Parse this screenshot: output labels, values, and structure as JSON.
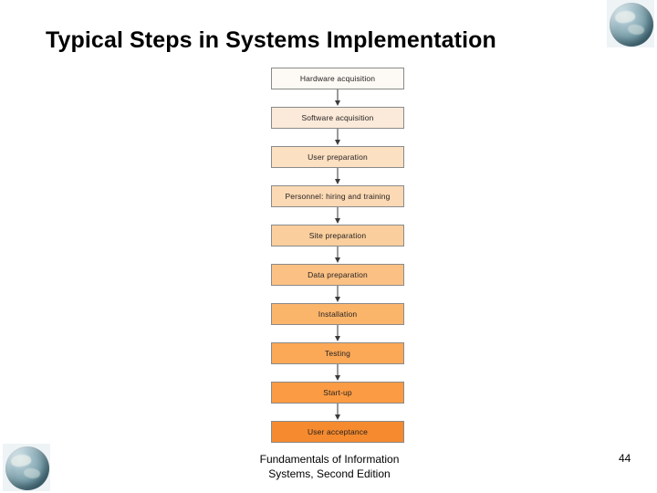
{
  "slide": {
    "title": "Typical Steps in Systems Implementation",
    "background_color": "#ffffff",
    "page_number": "44"
  },
  "decorations": {
    "globe_top_right": "globe-icon",
    "globe_bottom_left": "globe-icon",
    "globe_color": "#7ea3ae"
  },
  "flowchart": {
    "type": "vertical-flow",
    "border_color": "#8a8a8a",
    "connector_color": "#9a9a9a",
    "steps": [
      {
        "label": "Hardware acquisition",
        "fill": "#fdf9f4"
      },
      {
        "label": "Software acquisition",
        "fill": "#fbead9"
      },
      {
        "label": "User preparation",
        "fill": "#fce0c2"
      },
      {
        "label": "Personnel: hiring and training",
        "fill": "#fbd9b4"
      },
      {
        "label": "Site preparation",
        "fill": "#fbcf9d"
      },
      {
        "label": "Data preparation",
        "fill": "#fbc184"
      },
      {
        "label": "Installation",
        "fill": "#fbb56b"
      },
      {
        "label": "Testing",
        "fill": "#fba857"
      },
      {
        "label": "Start-up",
        "fill": "#fb9b43"
      },
      {
        "label": "User acceptance",
        "fill": "#f58a2e"
      }
    ]
  },
  "footer": {
    "line1": "Fundamentals of Information",
    "line2": "Systems, Second Edition"
  }
}
